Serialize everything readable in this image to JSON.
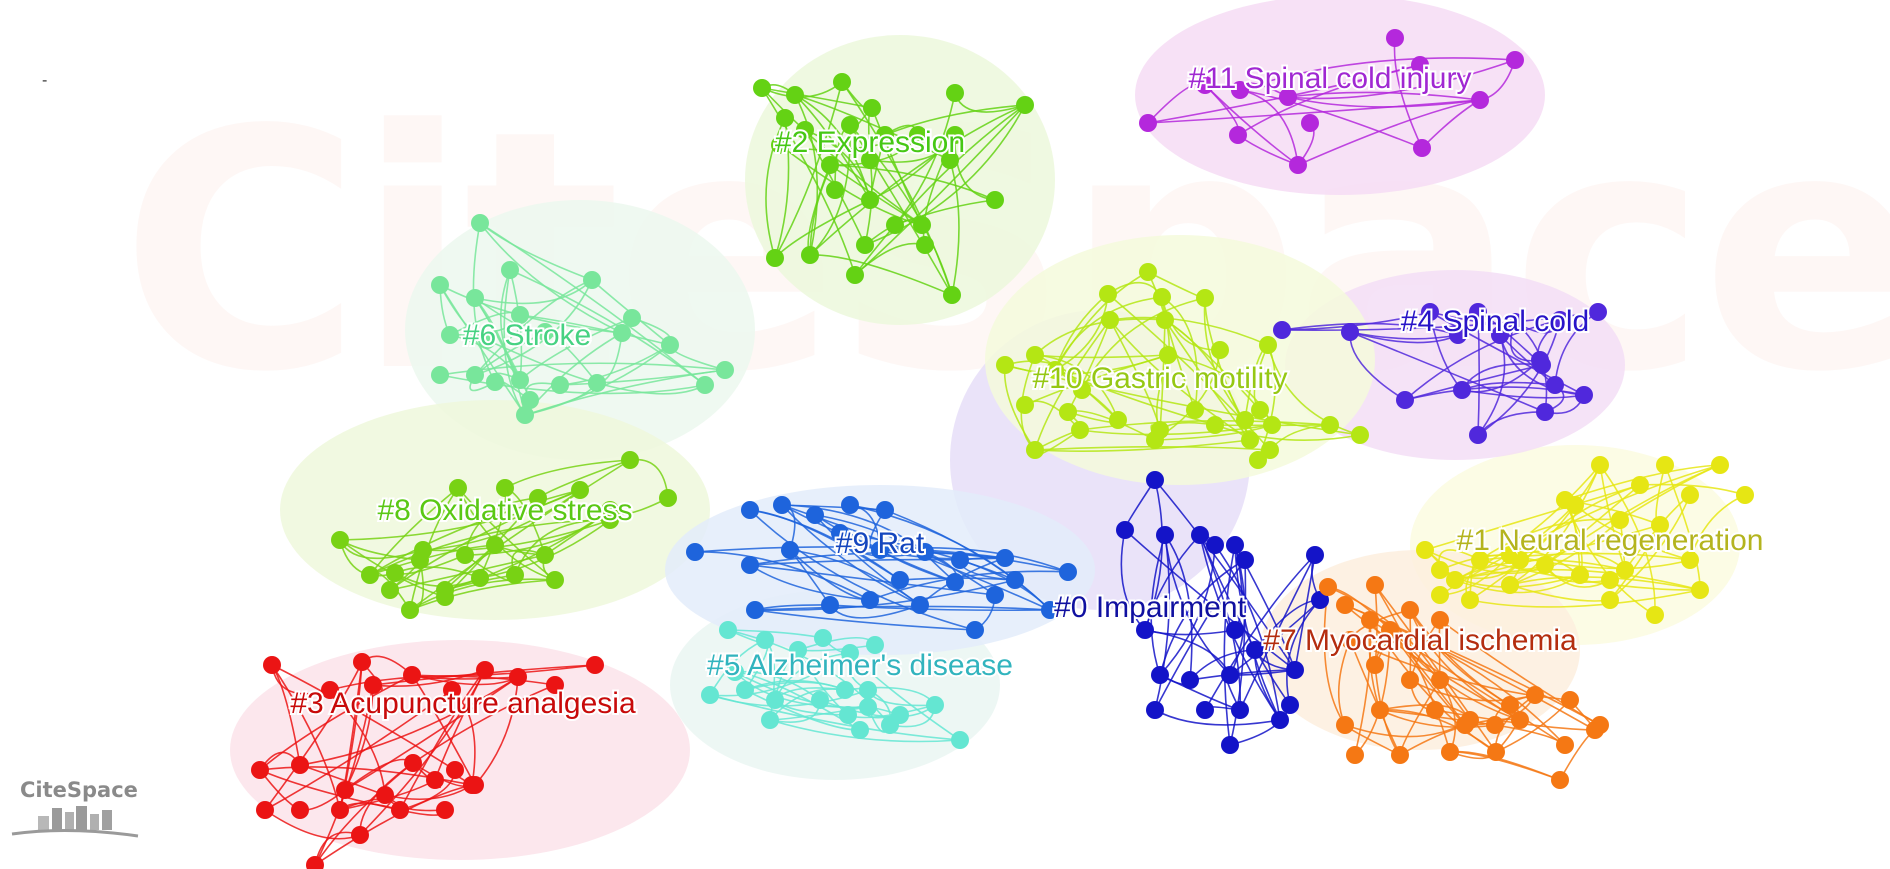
{
  "watermark": {
    "text": "CiteSpace"
  },
  "logo": {
    "text": "CiteSpace"
  },
  "corner_mark": "-",
  "clusters": [
    {
      "id": 0,
      "label": "#0 Impairment",
      "color": "#1414c8",
      "hull": "#e6def8",
      "text_color": "#1010a0"
    },
    {
      "id": 1,
      "label": "#1 Neural regeneration",
      "color": "#e6e614",
      "hull": "#fbfbe0",
      "text_color": "#b4b41e"
    },
    {
      "id": 2,
      "label": "#2 Expression",
      "color": "#64d214",
      "hull": "#ecf8dc",
      "text_color": "#46c814"
    },
    {
      "id": 3,
      "label": "#3 Acupuncture analgesia",
      "color": "#eb1414",
      "hull": "#fbe3ea",
      "text_color": "#c80a0a"
    },
    {
      "id": 4,
      "label": "#4 Spinal cold",
      "color": "#5028dc",
      "hull": "#f3def6",
      "text_color": "#2814c8"
    },
    {
      "id": 5,
      "label": "#5 Alzheimer's disease",
      "color": "#64e6d2",
      "hull": "#eaf6f2",
      "text_color": "#32b4be"
    },
    {
      "id": 6,
      "label": "#6 Stroke",
      "color": "#78e69b",
      "hull": "#ecf8ee",
      "text_color": "#46d282"
    },
    {
      "id": 7,
      "label": "#7 Myocardial ischemia",
      "color": "#f57814",
      "hull": "#fdeede",
      "text_color": "#b42d0f"
    },
    {
      "id": 8,
      "label": "#8 Oxidative stress",
      "color": "#78d214",
      "hull": "#eef8dc",
      "text_color": "#5ac814"
    },
    {
      "id": 9,
      "label": "#9 Rat",
      "color": "#1e64dc",
      "hull": "#e3ecfa",
      "text_color": "#1446be"
    },
    {
      "id": 10,
      "label": "#10 Gastric motility",
      "color": "#b4e614",
      "hull": "#f4fadc",
      "text_color": "#96c814"
    },
    {
      "id": 11,
      "label": "#11 Spinal cold injury",
      "color": "#b428dc",
      "hull": "#f6dcf4",
      "text_color": "#a028d2"
    }
  ]
}
